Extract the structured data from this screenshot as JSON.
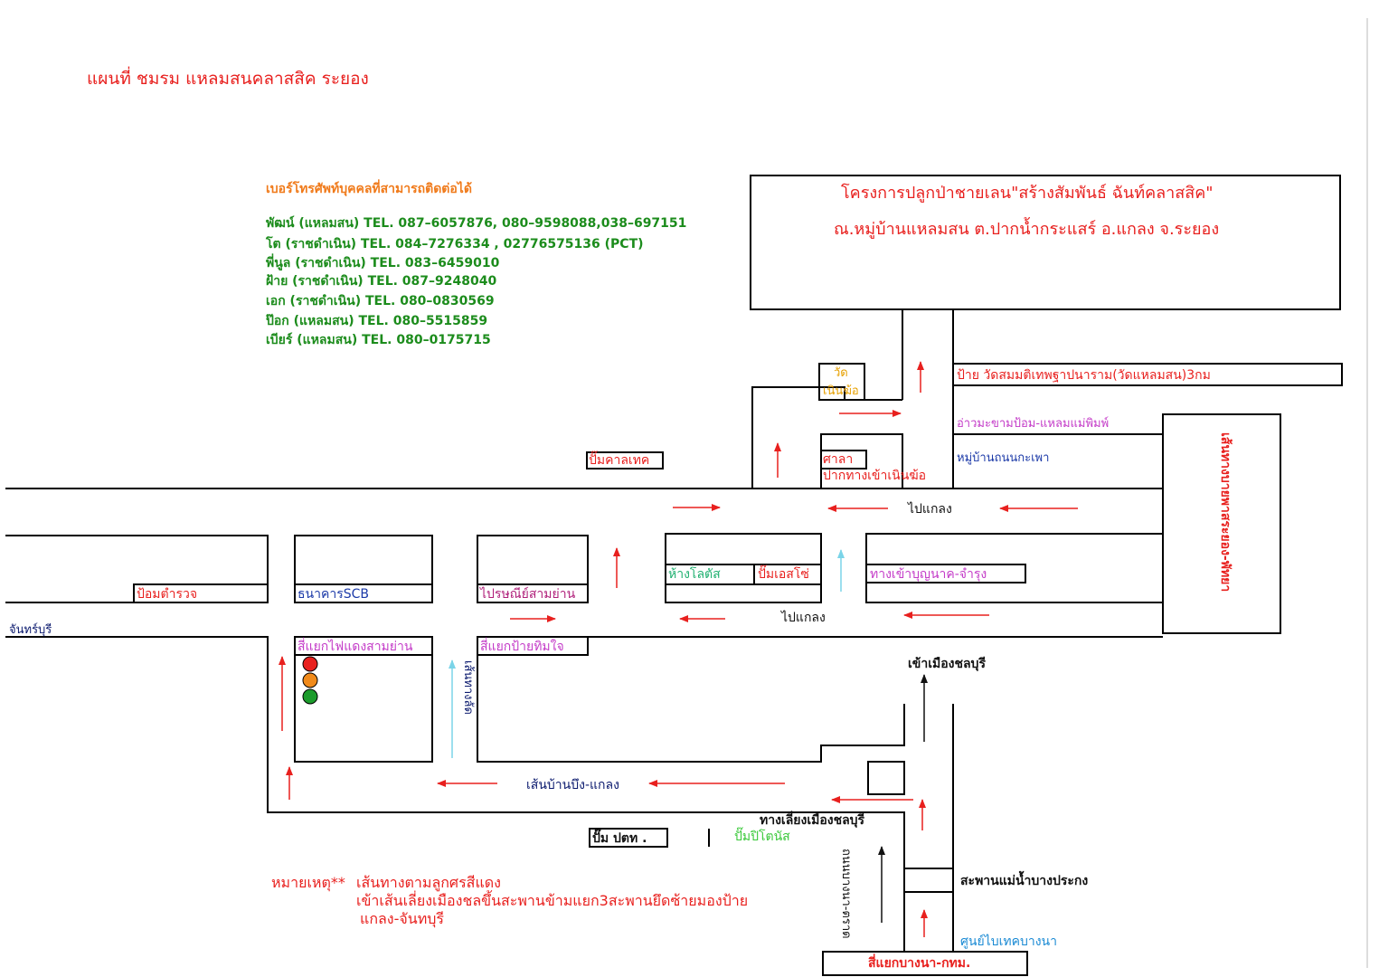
{
  "title": "แผนที่ ชมรม แหลมสนคลาสสิค ระยอง",
  "project": {
    "line1": "โครงการปลูกป่าชายเลน\"สร้างสัมพันธ์ ฉันท์คลาสสิค\"",
    "line2": "ณ.หมู่บ้านแหลมสน ต.ปากน้ำกระแสร์ อ.แกลง จ.ระยอง"
  },
  "contacts": {
    "heading": "เบอร์โทรศัพท์บุคคลที่สามารถติดต่อได้",
    "lines": [
      "พัฒน์ (แหลมสน) TEL. 087–6057876, 080–9598088,038–697151",
      "โต (ราชดำเนิน) TEL.  084–7276334 , 02776575136 (PCT)",
      "พี่นูล (ราชดำเนิน) TEL. 083–6459010",
      "ฝ้าย (ราชดำเนิน) TEL. 087–9248040",
      "เอก (ราชดำเนิน) TEL. 080–0830569",
      "ป๊อก (แหลมสน) TEL. 080–5515859",
      "เบียร์ (แหลมสน) TEL. 080–0175715"
    ]
  },
  "labels": {
    "wat_line1": "วัด",
    "wat_line2": "เนินฆ้อ",
    "temple_sign": "ป้าย วัดสมมติเทพฐาปนาราม(วัดแหลมสน)3กม",
    "ao_road": "อ่าวมะขามป้อม-แหลมแม่พิมพ์",
    "village": "หมู่บ้านถนนกะเพา",
    "sala": "ศาลา",
    "noen_kho_entrance": "ปากทางเข้าเนินฆ้อ",
    "caltex": "ปั๊มคาลเทค",
    "to_klaeng_1": "ไปแกลง",
    "to_klaeng_2": "ไปแกลง",
    "bypass": "เส้นทางบายพาสระยอง-พัทยา",
    "police": "ป้อมตำรวจ",
    "scb": "ธนาคารSCB",
    "post_office": "ไปรษณีย์สามย่าน",
    "lotus": "ห้างโลตัส",
    "esso": "ปั๊มเอสโซ่",
    "boonnak": "ทางเข้าบุญนาค-จำรุง",
    "chanthaburi": "จันทร์บุรี",
    "samyan_light": "สี่แยกไฟแดงสามย่าน",
    "thimjai": "สี่แยกป้ายทิมใจ",
    "local_road": "เส้นทางลัด",
    "to_chonburi": "เข้าเมืองชลบุรี",
    "ban_bueng": "เส้นบ้านบึง-แกลง",
    "bypass_chonburi": "ทางเลี่ยงเมืองชลบุรี",
    "ptt": "ปั๊ม ปตท .",
    "petronas": "ปั๊มปิโตนัส",
    "bridge": "สะพานแม่น้ำบางประกง",
    "bangna_trad": "ถนนบางนา-ตราด",
    "biotech": "ศูนย์ไบเทคบางนา",
    "bangna_junction": "สี่แยกบางนา-กทม."
  },
  "note": {
    "prefix": "หมายเหตุ**",
    "line1": "เส้นทางตามลูกศรสีแดง",
    "line2": "เข้าเส้นเลี่ยงเมืองชลขึ้นสะพานข้ามแยก3สะพานยึดซ้ายมองป้าย",
    "line3": "แกลง-จันทบุรี"
  },
  "traffic_light": [
    "#e8201e",
    "#f08a1a",
    "#1c9c2c"
  ],
  "colors": {
    "route_arrow": "#e8201e",
    "side_arrow": "#7ad4e8",
    "road": "#000000"
  }
}
